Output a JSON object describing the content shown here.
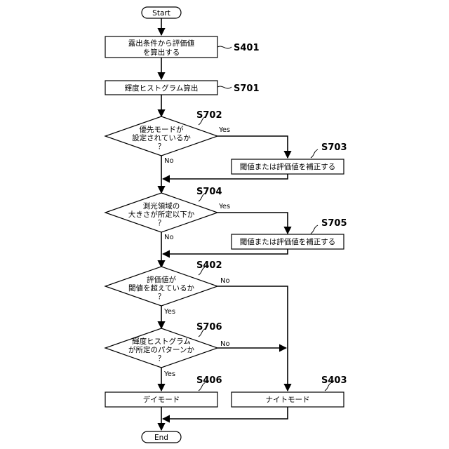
{
  "terminals": {
    "start": "Start",
    "end": "End"
  },
  "processes": {
    "s401_line1": "露出条件から評価値",
    "s401_line2": "を算出する",
    "s701": "輝度ヒストグラム算出",
    "s703": "閾値または評価値を補正する",
    "s705": "閾値または評価値を補正する",
    "s406": "デイモード",
    "s403": "ナイトモード"
  },
  "decisions": {
    "s702_line1": "優先モードが",
    "s702_line2": "設定されているか",
    "s702_line3": "？",
    "s704_line1": "測光領域の",
    "s704_line2": "大きさが所定以下か",
    "s704_line3": "？",
    "s402_line1": "評価値が",
    "s402_line2": "閾値を超えているか",
    "s402_line3": "？",
    "s706_line1": "輝度ヒストグラム",
    "s706_line2": "が所定のパターンか",
    "s706_line3": "？"
  },
  "step_labels": {
    "s401": "S401",
    "s701": "S701",
    "s702": "S702",
    "s703": "S703",
    "s704": "S704",
    "s705": "S705",
    "s402": "S402",
    "s706": "S706",
    "s406": "S406",
    "s403": "S403"
  },
  "edge_labels": {
    "s702_yes": "Yes",
    "s702_no": "No",
    "s704_yes": "Yes",
    "s704_no": "No",
    "s402_no": "No",
    "s402_yes": "Yes",
    "s706_no": "No",
    "s706_yes": "Yes"
  }
}
